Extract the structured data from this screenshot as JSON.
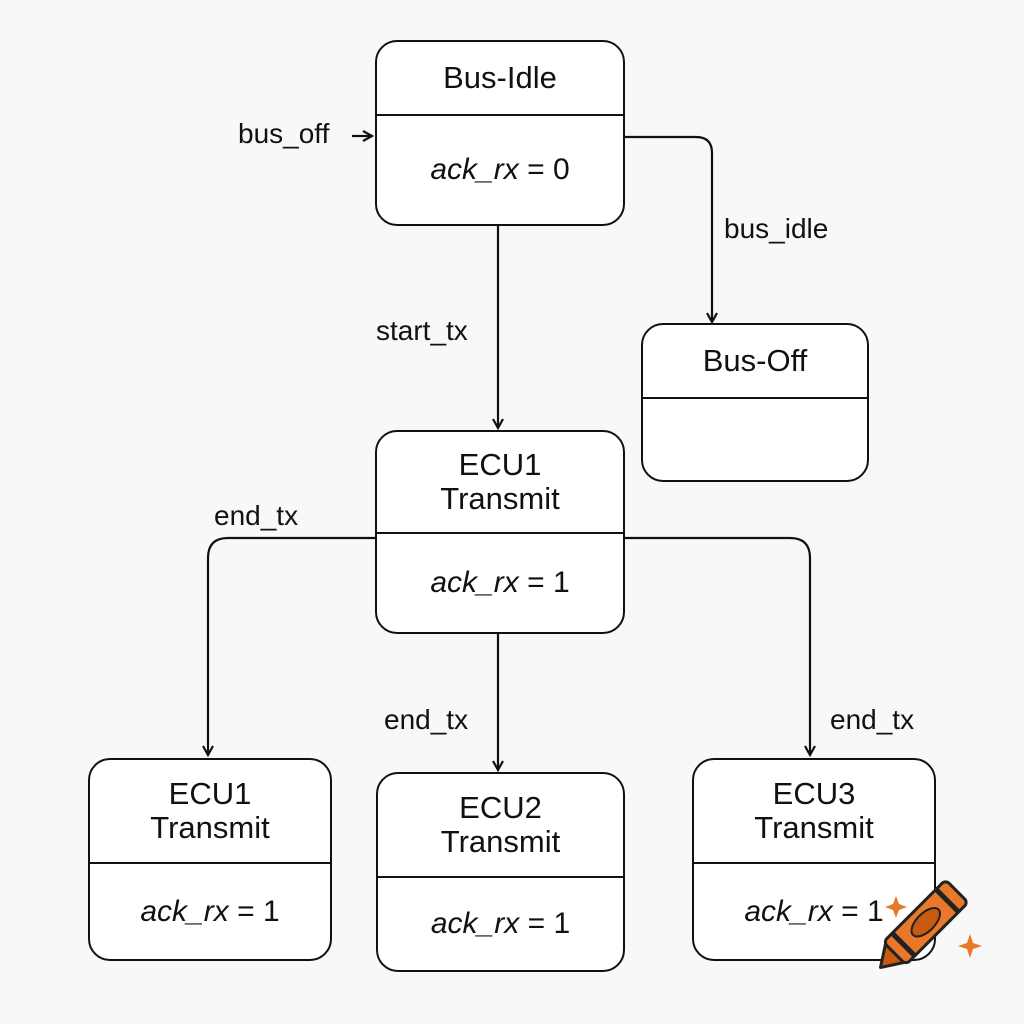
{
  "states": {
    "bus_idle": {
      "title": "Bus-Idle",
      "var": "ack_rx",
      "op": " = ",
      "val": "0"
    },
    "bus_off": {
      "title": "Bus-Off",
      "var": "",
      "op": "",
      "val": ""
    },
    "ecu1_main": {
      "title": "ECU1\nTransmit",
      "var": "ack_rx",
      "op": " = ",
      "val": "1"
    },
    "ecu1_left": {
      "title": "ECU1\nTransmit",
      "var": "ack_rx",
      "op": " = ",
      "val": "1"
    },
    "ecu2": {
      "title": "ECU2\nTransmit",
      "var": "ack_rx",
      "op": " = ",
      "val": "1"
    },
    "ecu3": {
      "title": "ECU3\nTransmit",
      "var": "ack_rx",
      "op": " = ",
      "val": "1"
    }
  },
  "transitions": {
    "bus_off_in": "bus_off",
    "bus_idle": "bus_idle",
    "start_tx": "start_tx",
    "end_tx_left": "end_tx",
    "end_tx_mid": "end_tx",
    "end_tx_right": "end_tx"
  },
  "colors": {
    "line": "#111111",
    "logo_orange": "#e8782a",
    "logo_dark": "#c85a12"
  },
  "icons": {
    "logo": "crayon-logo-icon"
  }
}
